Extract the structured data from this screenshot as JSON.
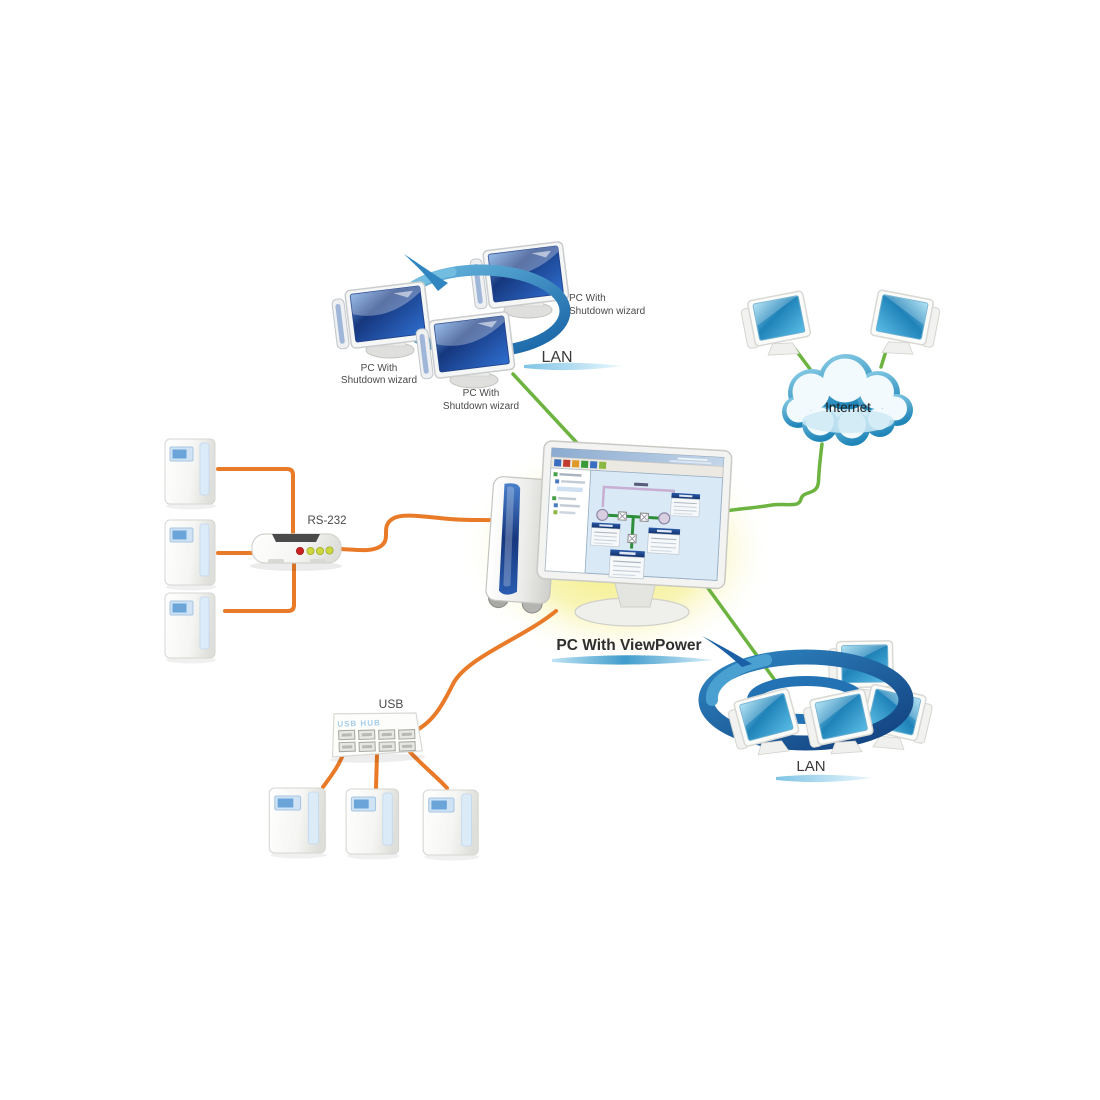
{
  "diagram": {
    "type": "network-topology",
    "central_pc_label": "PC With ViewPower",
    "top_lan": {
      "lan_label": "LAN",
      "pc_label_line1": "PC With",
      "pc_label_line2": "Shutdown wizard",
      "pc_count": 3
    },
    "internet": {
      "label": "Internet",
      "pc_count": 2
    },
    "bottom_lan": {
      "label": "LAN",
      "pc_count": 4
    },
    "serial_connection": {
      "label": "RS-232",
      "ups_count": 3,
      "led_colors": [
        "red",
        "yellow-green",
        "yellow-green",
        "yellow-green"
      ]
    },
    "usb_connection": {
      "label": "USB",
      "hub_label": "USB HUB",
      "ups_count": 3,
      "usb_port_count": 8
    },
    "colors": {
      "cable_orange": "#e87a28",
      "cable_green": "#6cb33f",
      "ring_blue_light": "#4aa3d4",
      "ring_blue_dark": "#1b5fa6",
      "crt_screen_navy": "#16377e",
      "lcd_screen_teal": "#2188bd",
      "glow_yellow": "#f4ee7c",
      "label_text": "#4a4a4a",
      "swoosh_blue": "#8ecae6"
    }
  }
}
